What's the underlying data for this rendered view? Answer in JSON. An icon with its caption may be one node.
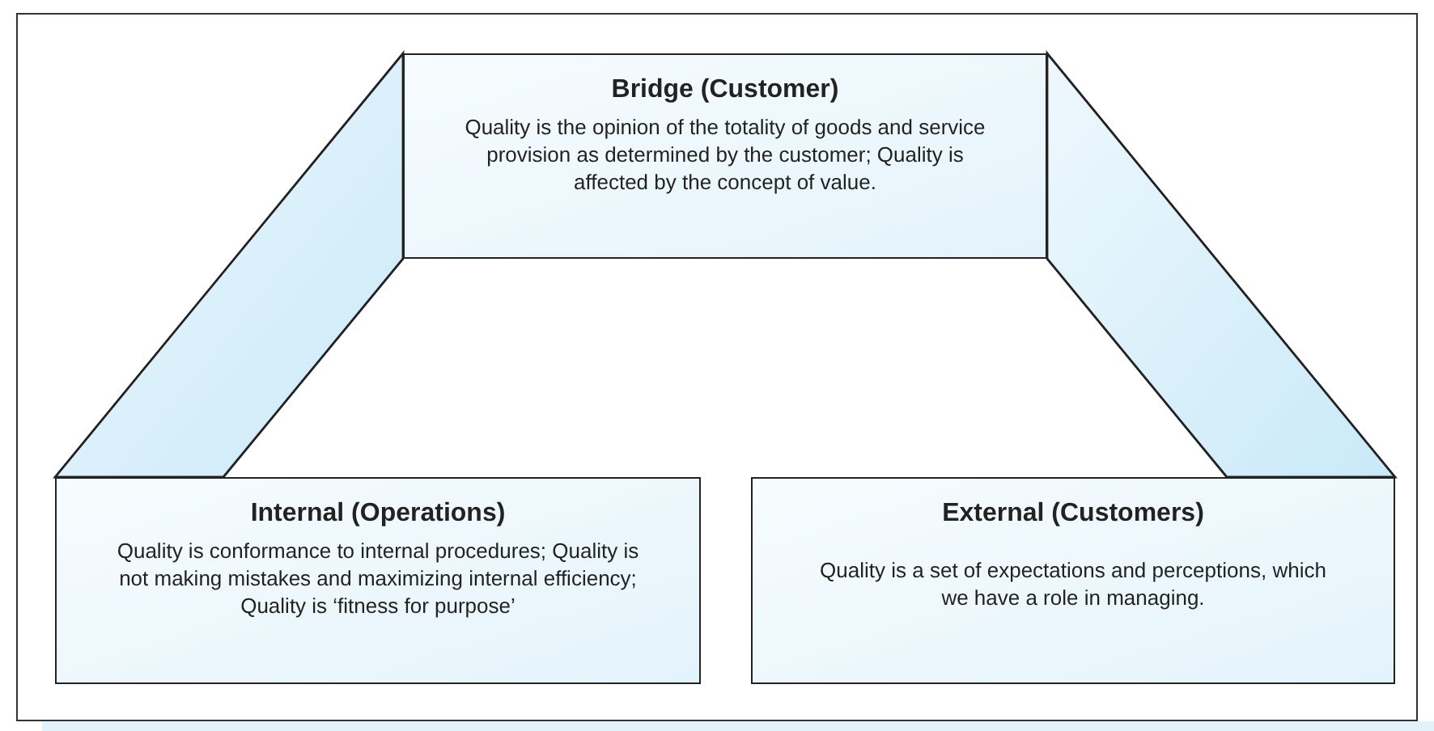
{
  "diagram": {
    "nodes": [
      {
        "text": [
          "Bridge (Customer)",
          "Quality is the opinion of the totality of goods and service provision as determined by the customer; Quality is affected by the concept of value."
        ]
      },
      {
        "text": [
          "Internal (Operations)",
          "Quality is conformance to internal procedures; Quality is not making mistakes and maximizing internal efficiency; Quality is ‘fitness for purpose’"
        ]
      },
      {
        "text": [
          "External (Customers)",
          "Quality is a set of expectations and perceptions, which we have a role in managing."
        ]
      }
    ],
    "edges": [
      {
        "from": 0,
        "to": 1,
        "arrow": "none",
        "style": "thick"
      },
      {
        "from": 0,
        "to": 2,
        "arrow": "none",
        "style": "thick"
      }
    ]
  }
}
